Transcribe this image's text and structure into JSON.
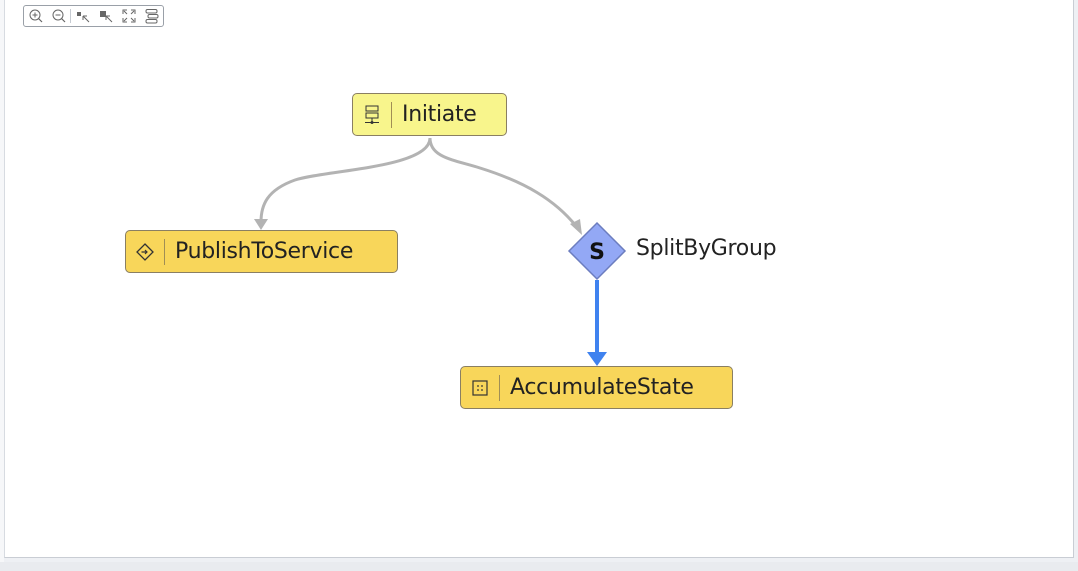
{
  "toolbar": {
    "buttons": [
      "zoom-in",
      "zoom-out",
      "select-single",
      "select-multi",
      "fit-to-screen",
      "auto-layout"
    ]
  },
  "nodes": {
    "initiate": {
      "label": "Initiate",
      "icon": "gateway-icon"
    },
    "publish": {
      "label": "PublishToService",
      "icon": "send-diamond-icon"
    },
    "split": {
      "label": "SplitByGroup",
      "badge": "S"
    },
    "accumulate": {
      "label": "AccumulateState",
      "icon": "grid-box-icon"
    }
  },
  "edges": [
    {
      "from": "Initiate",
      "to": "PublishToService"
    },
    {
      "from": "Initiate",
      "to": "SplitByGroup"
    },
    {
      "from": "SplitByGroup",
      "to": "AccumulateState",
      "highlighted": true
    }
  ],
  "colors": {
    "node_initiate": "#f8f58c",
    "node_default": "#f8d65a",
    "diamond": "#93a8f5",
    "edge": "#b3b3b3",
    "edge_highlight": "#3f82ef"
  }
}
